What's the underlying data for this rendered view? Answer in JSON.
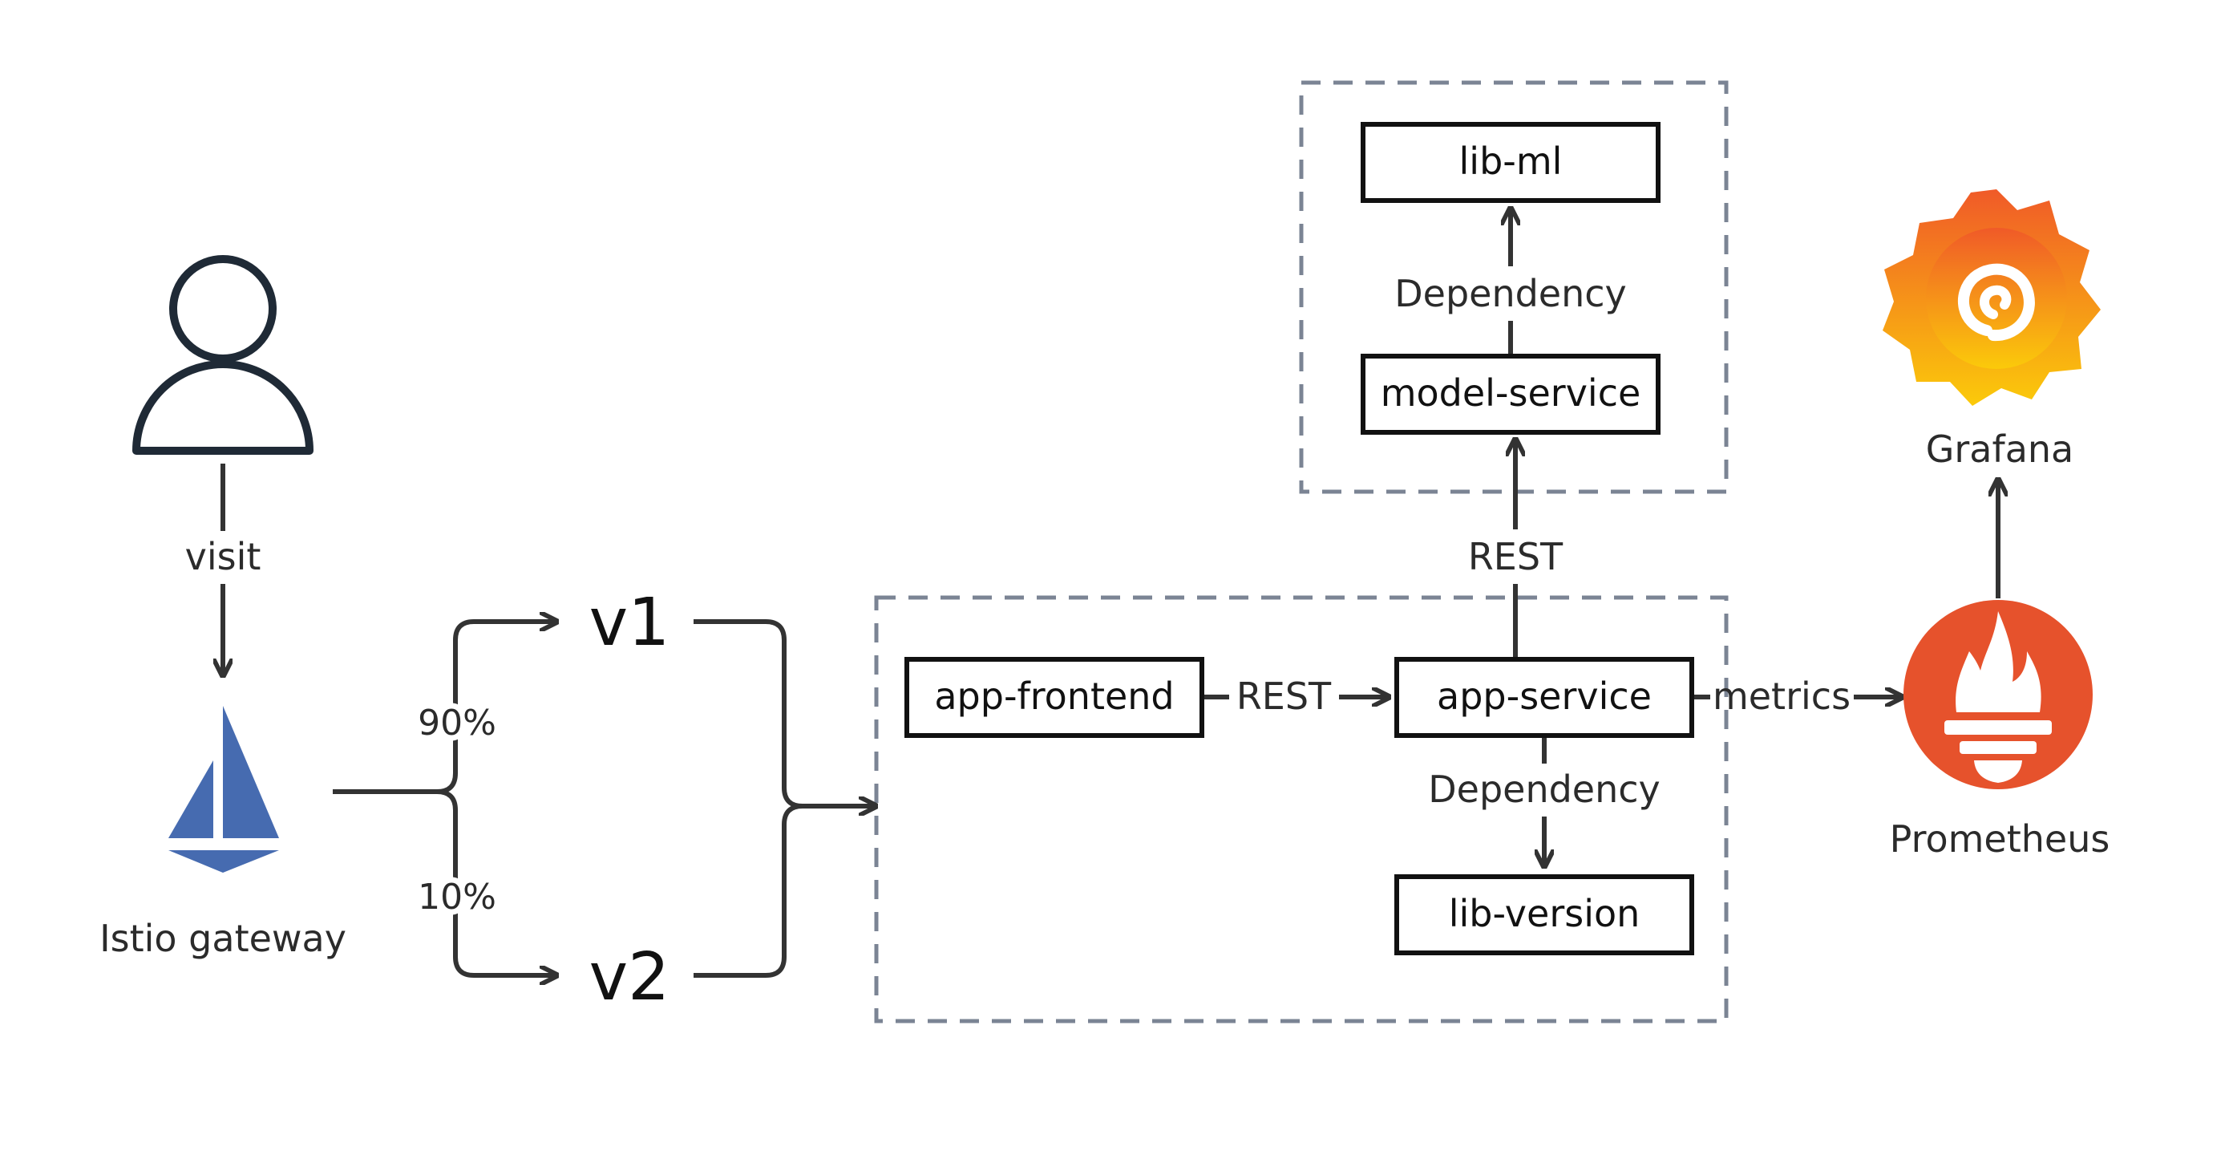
{
  "user": {
    "label": "visit"
  },
  "gateway": {
    "label": "Istio gateway"
  },
  "routing": {
    "split_v1": "90%",
    "split_v2": "10%",
    "v1": "v1",
    "v2": "v2"
  },
  "services": {
    "app_frontend": "app-frontend",
    "app_service": "app-service",
    "lib_version": "lib-version",
    "model_service": "model-service",
    "lib_ml": "lib-ml"
  },
  "edges": {
    "frontend_to_service": "REST",
    "service_to_model": "REST",
    "model_to_libml": "Dependency",
    "service_to_libversion": "Dependency",
    "service_to_prometheus": "metrics"
  },
  "monitoring": {
    "prometheus": "Prometheus",
    "grafana": "Grafana"
  },
  "colors": {
    "stroke": "#333333",
    "dashed": "#7b8494",
    "user_icon": "#1f2a36",
    "istio_blue": "#466bb0",
    "prometheus_orange": "#e6522c",
    "grafana_orange": "#f46800",
    "grafana_yellow": "#fbca0a"
  }
}
